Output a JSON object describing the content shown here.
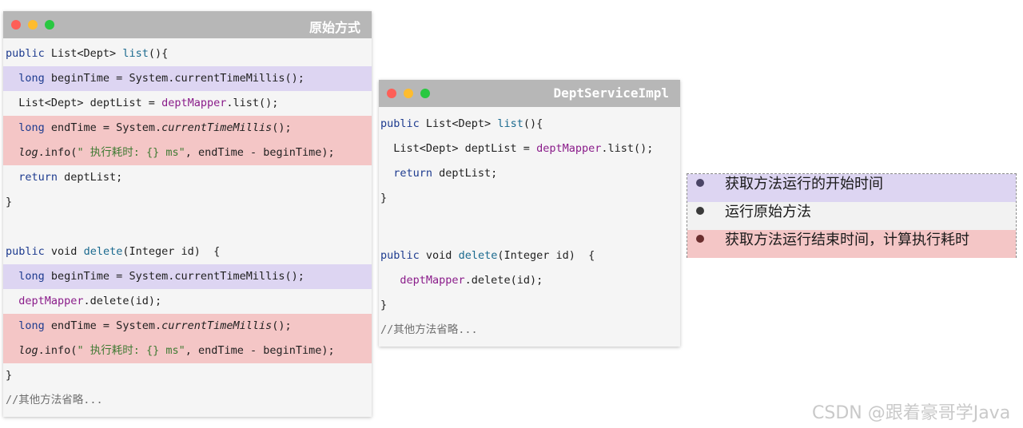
{
  "windows": {
    "original": {
      "title": "原始方式",
      "lines": [
        [
          "public",
          " List<Dept> ",
          "list",
          "(){"
        ],
        [
          "  long",
          " beginTime = System.currentTimeMillis();"
        ],
        [
          "  List<Dept> deptList = ",
          "deptMapper",
          ".list();"
        ],
        [
          "  long",
          " endTime = System.",
          "currentTimeMillis",
          "();"
        ],
        [
          "  ",
          "log",
          ".info(",
          "\" 执行耗时: {} ms\"",
          ", endTime - beginTime);"
        ],
        [
          "  return",
          " deptList;"
        ],
        [
          "}"
        ],
        [
          "public",
          " void ",
          "delete",
          "(Integer id)  {"
        ],
        [
          "  long",
          " beginTime = System.currentTimeMillis();"
        ],
        [
          "  ",
          "deptMapper",
          ".delete(id);"
        ],
        [
          "  long",
          " endTime = System.",
          "currentTimeMillis",
          "();"
        ],
        [
          "  ",
          "log",
          ".info(",
          "\" 执行耗时: {} ms\"",
          ", endTime - beginTime);"
        ],
        [
          "}"
        ],
        [
          "//其他方法省略..."
        ]
      ]
    },
    "impl": {
      "title": "DeptServiceImpl",
      "lines": [
        [
          "public",
          " List<Dept> ",
          "list",
          "(){"
        ],
        [
          "  List<Dept> deptList = ",
          "deptMapper",
          ".list();"
        ],
        [
          "  return",
          " deptList;"
        ],
        [
          "}"
        ],
        [
          "public",
          " void ",
          "delete",
          "(Integer id)  {"
        ],
        [
          "   ",
          "deptMapper",
          ".delete(id);"
        ],
        [
          "}"
        ],
        [
          "//其他方法省略..."
        ]
      ]
    }
  },
  "legend": {
    "items": [
      {
        "label": "获取方法运行的开始时间",
        "bg": "#ddd5f2",
        "dot": "#4a4566"
      },
      {
        "label": "运行原始方法",
        "bg": "#f2f2f2",
        "dot": "#3a3a3a"
      },
      {
        "label": "获取方法运行结束时间，计算执行耗时",
        "bg": "#f4c6c6",
        "dot": "#6a2e2e"
      }
    ]
  },
  "watermark": "CSDN @跟着豪哥学Java"
}
